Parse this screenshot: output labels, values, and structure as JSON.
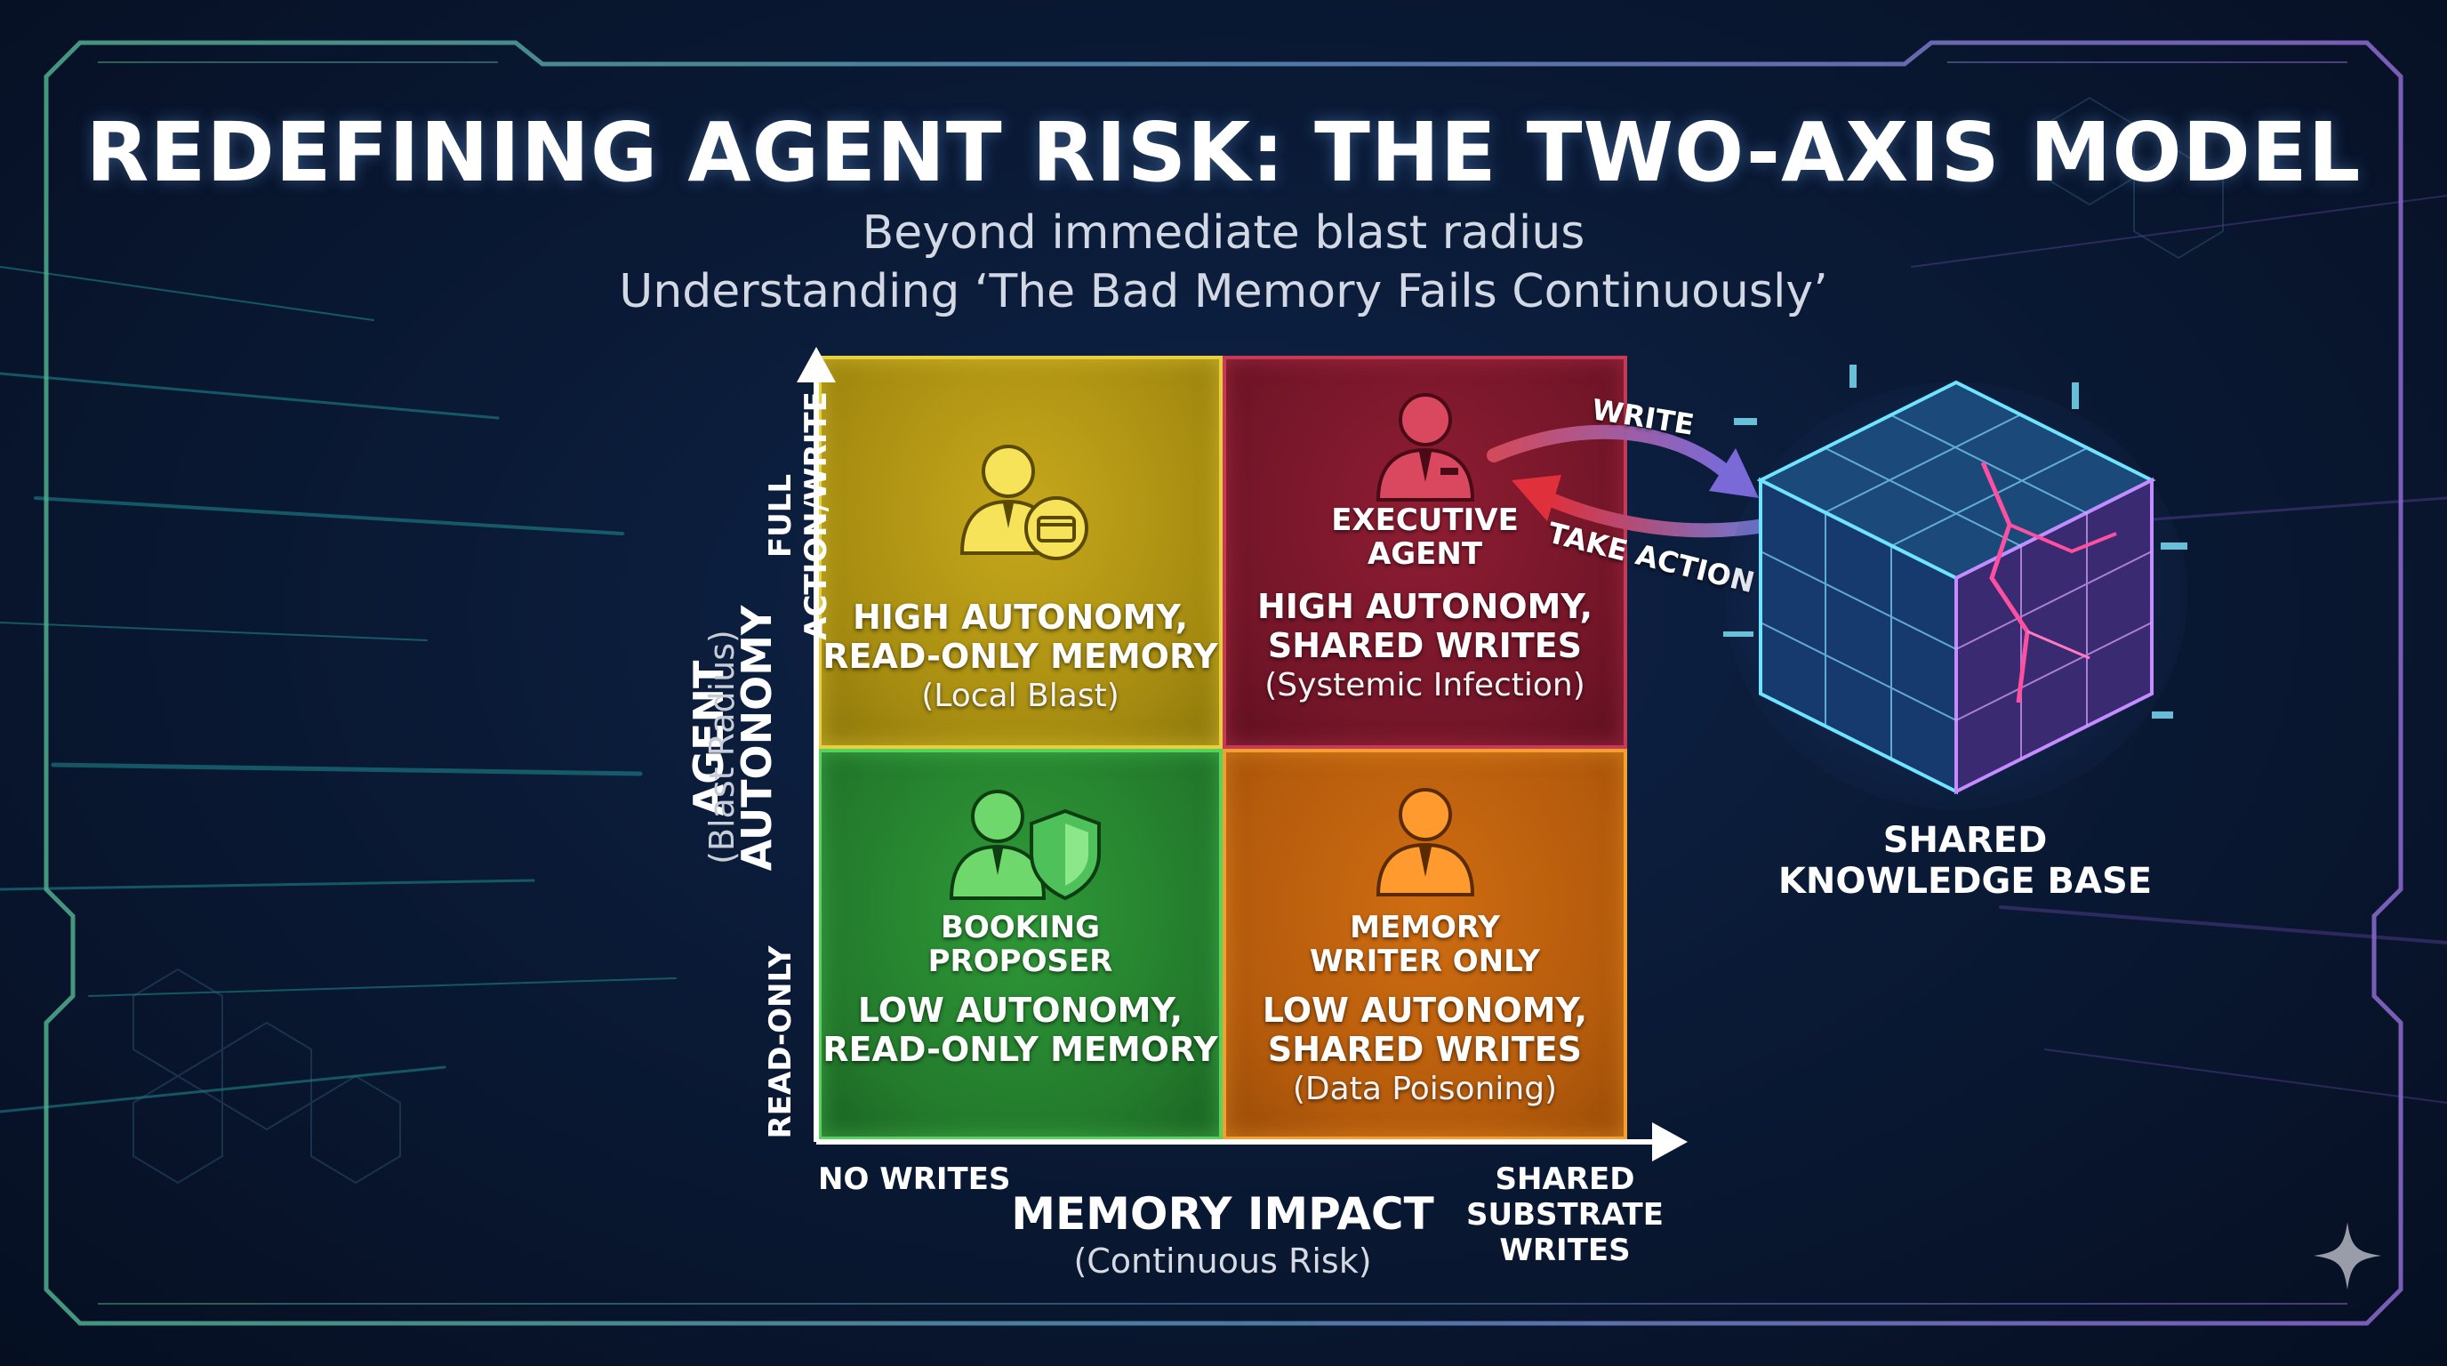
{
  "title": "REDEFINING AGENT RISK: THE TWO-AXIS MODEL",
  "subtitle_1": "Beyond immediate blast radius",
  "subtitle_2": "Understanding ‘The Bad Memory Fails Continuously’",
  "y_axis": {
    "title": "AGENT AUTONOMY",
    "subtitle": "(Blast Radius)",
    "top_label": "FULL ACTION/WRITE",
    "bottom_label": "READ-ONLY"
  },
  "x_axis": {
    "title": "MEMORY IMPACT",
    "subtitle": "(Continuous Risk)",
    "left_label": "NO WRITES",
    "right_label_lines": [
      "SHARED",
      "SUBSTRATE",
      "WRITES"
    ]
  },
  "quadrants": {
    "top_left": {
      "icon": "user-with-card-icon",
      "label_lines": [
        "HIGH AUTONOMY,",
        "READ-ONLY MEMORY"
      ],
      "note": "(Local Blast)",
      "color": "#c7a81c"
    },
    "top_right": {
      "icon": "executive-user-icon",
      "role_lines": [
        "EXECUTIVE",
        "AGENT"
      ],
      "label_lines": [
        "HIGH AUTONOMY,",
        "SHARED WRITES"
      ],
      "note": "(Systemic Infection)",
      "color": "#8e1d33"
    },
    "bottom_left": {
      "icon": "user-with-shield-icon",
      "role_lines": [
        "BOOKING",
        "PROPOSER"
      ],
      "label_lines": [
        "LOW AUTONOMY,",
        "READ-ONLY MEMORY"
      ],
      "color": "#2f9a38"
    },
    "bottom_right": {
      "icon": "user-icon",
      "role_lines": [
        "MEMORY",
        "WRITER ONLY"
      ],
      "label_lines": [
        "LOW AUTONOMY,",
        "SHARED WRITES"
      ],
      "note": "(Data Poisoning)",
      "color": "#cf6d12"
    }
  },
  "flows": {
    "write_label": "WRITE",
    "take_action_label": "TAKE ACTION"
  },
  "knowledge_base": {
    "icon": "glitch-cube-icon",
    "label_lines": [
      "SHARED",
      "KNOWLEDGE BASE"
    ]
  },
  "colors": {
    "background": "#0a1a36",
    "frame_left": "#4fae8c",
    "frame_right": "#8e6ad0",
    "axis": "#ffffff"
  }
}
